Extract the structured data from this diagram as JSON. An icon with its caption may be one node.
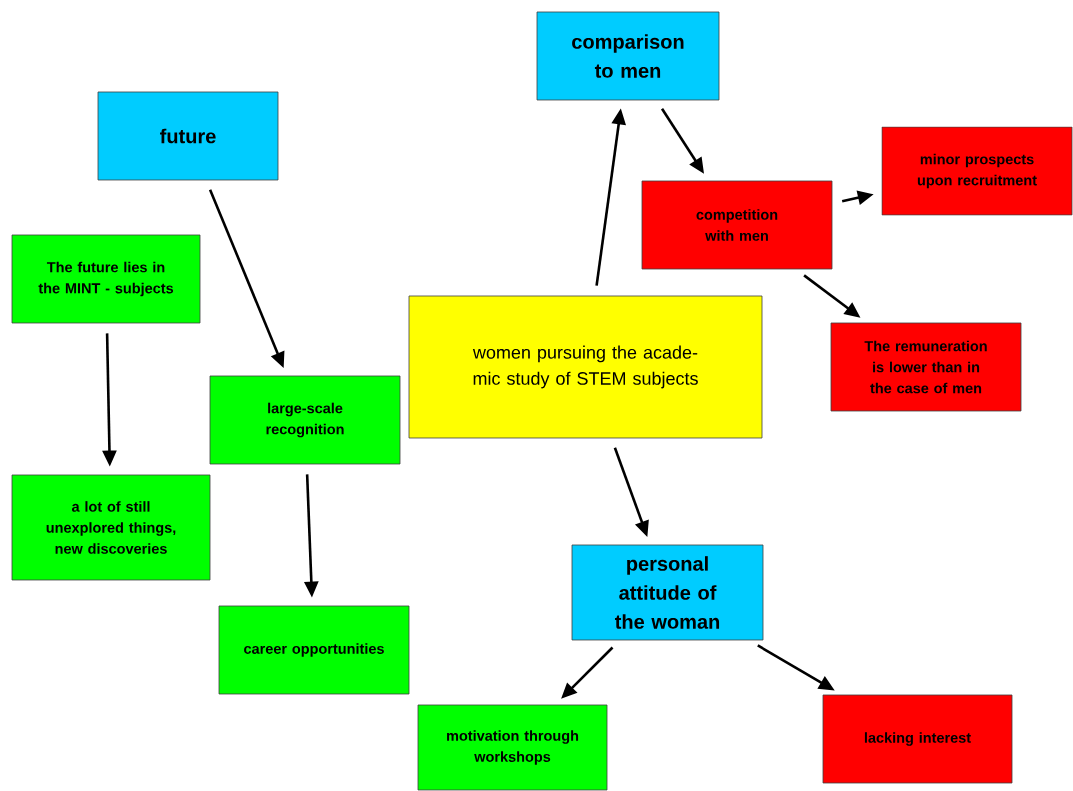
{
  "diagram": {
    "nodes": [
      {
        "text": [
          "future"
        ]
      },
      {
        "text": [
          "The future lies in the MINT - subjects"
        ]
      },
      {
        "text": [
          "a lot of still unexplored things, new discoveries"
        ]
      },
      {
        "text": [
          "large-scale recognition"
        ]
      },
      {
        "text": [
          "career opportunities"
        ]
      },
      {
        "text": [
          "women pursuing the acade-mic study of STEM subjects"
        ]
      },
      {
        "text": [
          "comparison to men"
        ]
      },
      {
        "text": [
          "competition with men"
        ]
      },
      {
        "text": [
          "minor prospects upon recruitment"
        ]
      },
      {
        "text": [
          "The remuneration is lower than in the case of men"
        ]
      },
      {
        "text": [
          "personal attitude of the woman"
        ]
      },
      {
        "text": [
          "motivation through workshops"
        ]
      },
      {
        "text": [
          "lacking interest"
        ]
      }
    ],
    "edges": [
      {
        "from": 0,
        "to": 3,
        "arrow": "to"
      },
      {
        "from": 1,
        "to": 2,
        "arrow": "to"
      },
      {
        "from": 3,
        "to": 4,
        "arrow": "to"
      },
      {
        "from": 5,
        "to": 6,
        "arrow": "to"
      },
      {
        "from": 6,
        "to": 7,
        "arrow": "to"
      },
      {
        "from": 7,
        "to": 8,
        "arrow": "to"
      },
      {
        "from": 7,
        "to": 9,
        "arrow": "to"
      },
      {
        "from": 5,
        "to": 10,
        "arrow": "to"
      },
      {
        "from": 10,
        "to": 11,
        "arrow": "to"
      },
      {
        "from": 10,
        "to": 12,
        "arrow": "to"
      }
    ]
  }
}
